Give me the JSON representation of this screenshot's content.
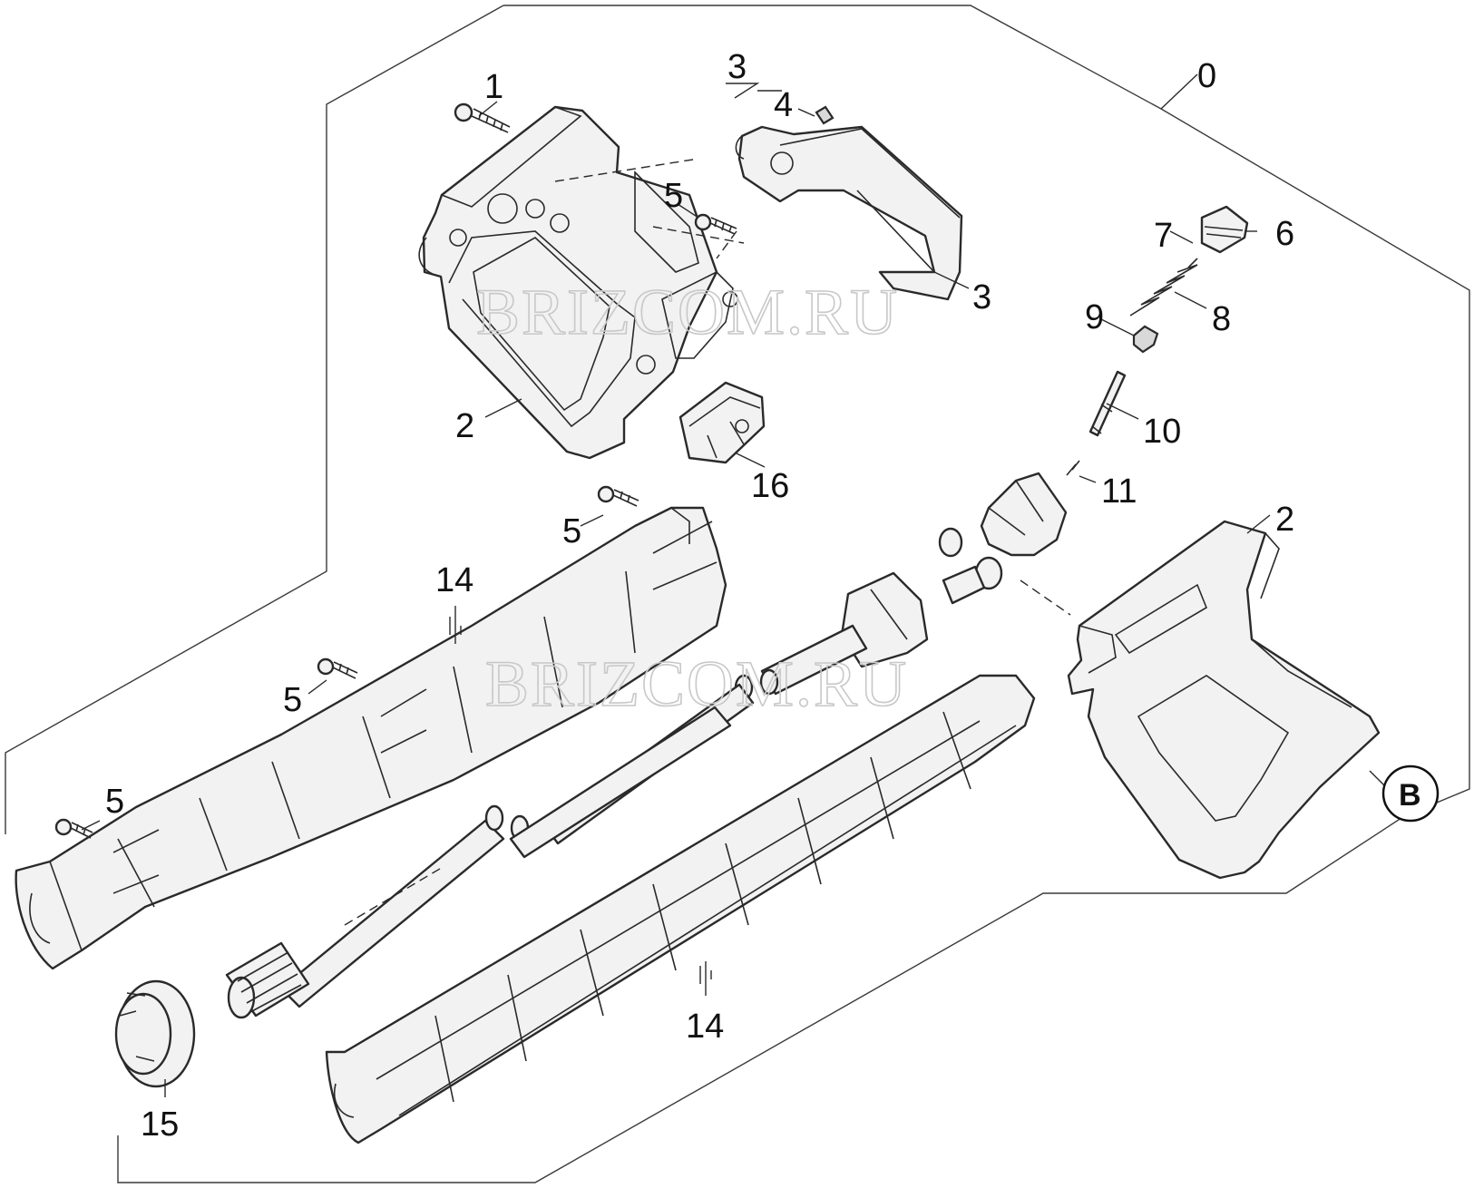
{
  "diagram": {
    "callouts": [
      "0",
      "1",
      "2",
      "3",
      "3",
      "4",
      "5",
      "5",
      "5",
      "5",
      "6",
      "7",
      "8",
      "9",
      "10",
      "11",
      "2",
      "16",
      "14",
      "14",
      "15"
    ],
    "badge": "B",
    "watermark_top": "BRIZCOM.RU",
    "watermark_middle": "BRIZCOM.RU"
  }
}
